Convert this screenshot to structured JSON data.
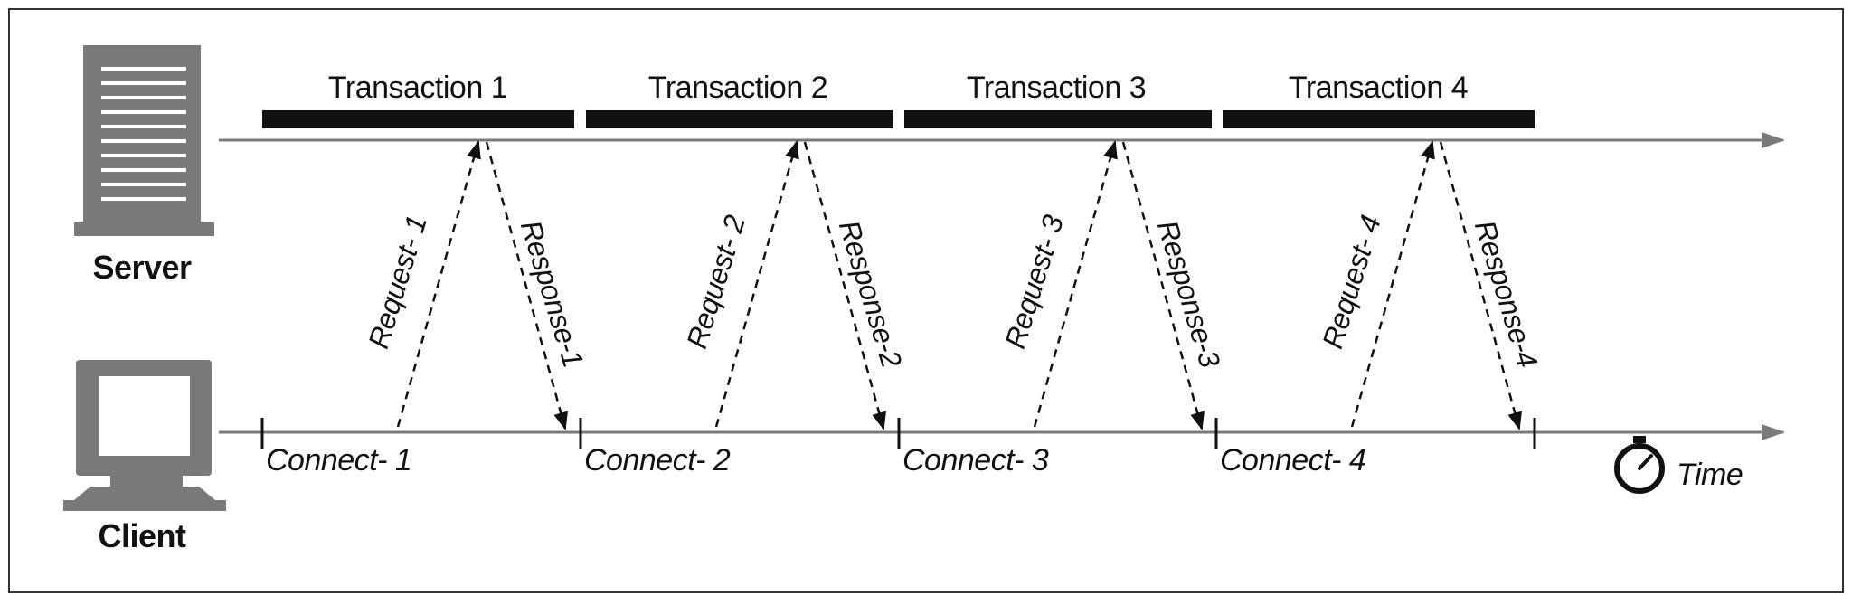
{
  "server_label": "Server",
  "client_label": "Client",
  "time_label": "Time",
  "transactions": [
    {
      "title": "Transaction 1",
      "request": "Request- 1",
      "response": "Response-1",
      "connect": "Connect- 1"
    },
    {
      "title": "Transaction 2",
      "request": "Request- 2",
      "response": "Response-2",
      "connect": "Connect- 2"
    },
    {
      "title": "Transaction 3",
      "request": "Request- 3",
      "response": "Response-3",
      "connect": "Connect- 3"
    },
    {
      "title": "Transaction 4",
      "request": "Request- 4",
      "response": "Response-4",
      "connect": "Connect- 4"
    }
  ],
  "icons": {
    "server": "server-icon",
    "client": "client-computer-icon",
    "time": "stopwatch-icon"
  },
  "colors": {
    "axis": "#7a7a7a",
    "bar": "#111111",
    "icon": "#7a7a7a"
  }
}
